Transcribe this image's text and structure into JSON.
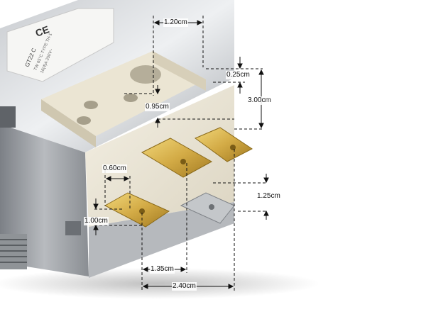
{
  "labels": {
    "label_text": "GT22 C",
    "ce_mark": "CE"
  },
  "dimensions": {
    "top_width": "1.20cm",
    "top_offset": "0.25cm",
    "height": "3.00cm",
    "hole_gap": "0.95cm",
    "tab_width": "0.60cm",
    "tab_height": "1.00cm",
    "tab_offset": "1.25cm",
    "tab_pitch": "1.35cm",
    "total_pitch": "2.40cm"
  },
  "colors": {
    "background": "#ffffff",
    "metal": "#a9acb0",
    "ceramic": "#ece7d8",
    "brass": "#c9a441",
    "dimension_line": "#111111"
  }
}
